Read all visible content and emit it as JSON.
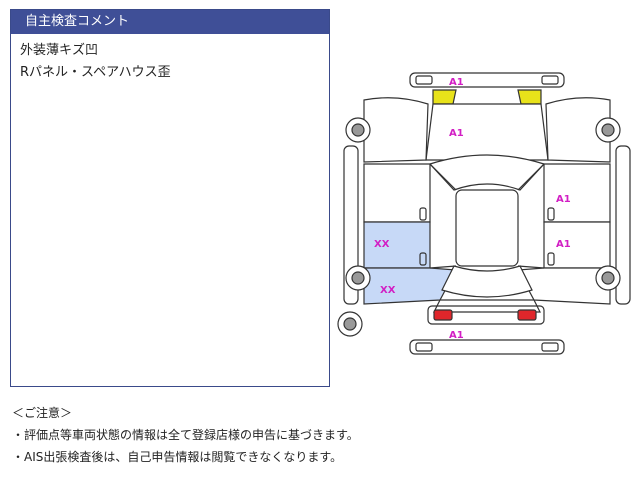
{
  "comment_panel": {
    "title": "自主検査コメント",
    "lines": [
      "外装薄キズ凹",
      "Rパネル・スペアハウス歪"
    ]
  },
  "diagram": {
    "labels": {
      "front_bumper": "A1",
      "hood": "A1",
      "right_front_door": "A1",
      "right_rear_door": "A1",
      "left_rear_door": "XX",
      "left_rear_fender": "XX",
      "rear_bumper": "A1"
    },
    "colors": {
      "label": "#d21fc4",
      "damage_fill": "#c7d9f7",
      "headlight": "#e8e21a",
      "taillight": "#e0262b",
      "outline": "#333333"
    }
  },
  "notes": {
    "heading": "＜ご注意＞",
    "items": [
      "・評価点等車両状態の情報は全て登録店様の申告に基づきます。",
      "・AIS出張検査後は、自己申告情報は閲覧できなくなります。"
    ]
  }
}
